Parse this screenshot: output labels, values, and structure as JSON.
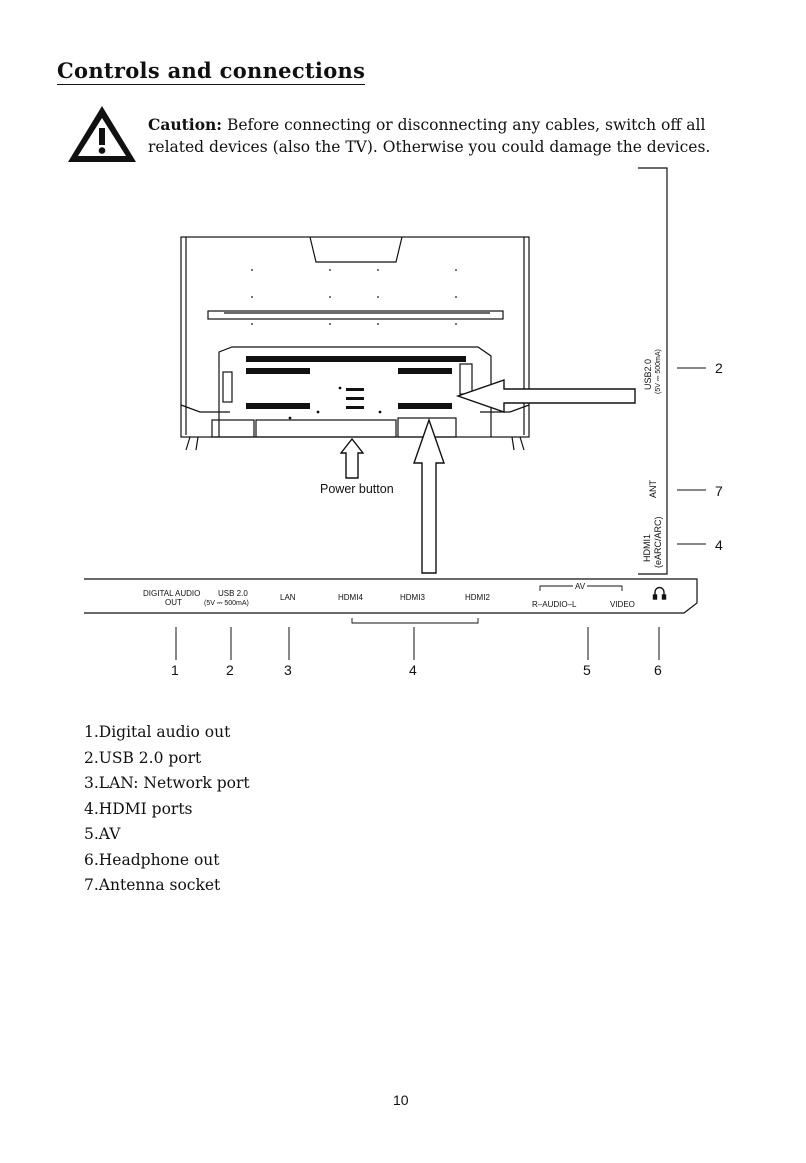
{
  "title": "Controls and connections",
  "caution": {
    "label": "Caution:",
    "text": " Before connecting or disconnecting any cables, switch off all related devices (also the TV). Otherwise you could damage the devices."
  },
  "icons": {
    "warning": "warning-triangle-icon",
    "headphone": "headphone-icon"
  },
  "diagram": {
    "power_button": "Power button",
    "side_panel": {
      "usb_label": "USB2.0",
      "usb_spec": "(5V ⎓ 500mA)",
      "ant": "ANT",
      "hdmi1": "HDMI1",
      "hdmi1_arc": "(eARC/ARC)"
    },
    "side_callouts": [
      "2",
      "7",
      "4"
    ],
    "bottom_panel": {
      "digital_audio": "DIGITAL  AUDIO",
      "digital_out": "OUT",
      "usb": "USB 2.0",
      "usb_spec": "(5V ⎓ 500mA)",
      "lan": "LAN",
      "hdmi4": "HDMI4",
      "hdmi3": "HDMI3",
      "hdmi2": "HDMI2",
      "av": "AV",
      "audio": "R–AUDIO–L",
      "video": "VIDEO"
    },
    "bottom_callouts": [
      "1",
      "2",
      "3",
      "4",
      "5",
      "6"
    ]
  },
  "legend": [
    "1.Digital audio out",
    "2.USB 2.0 port",
    "3.LAN: Network port",
    "4.HDMI ports",
    "5.AV",
    "6.Headphone out",
    "7.Antenna socket"
  ],
  "page_number": "10"
}
